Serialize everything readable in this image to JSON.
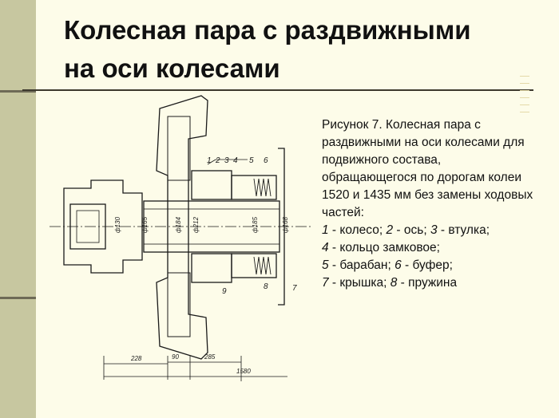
{
  "slide": {
    "title_line1": "Колесная пара с раздвижными",
    "title_line2": "на оси колесами",
    "caption_text": "Рисунок 7. Колесная пара с раздвижными на оси колесами для подвижного состава, обращающегося по дорогам колеи 1520 и 1435 мм без замены ходовых частей:",
    "legend": [
      {
        "num": "1",
        "label": "колесо"
      },
      {
        "num": "2",
        "label": "ось"
      },
      {
        "num": "3",
        "label": "втулка"
      },
      {
        "num": "4",
        "label": "кольцо замковое"
      },
      {
        "num": "5",
        "label": "барабан"
      },
      {
        "num": "6",
        "label": "буфер"
      },
      {
        "num": "7",
        "label": "крышка"
      },
      {
        "num": "8",
        "label": "пружина"
      }
    ]
  },
  "drawing": {
    "part_numbers_top": [
      "1",
      "2",
      "3",
      "4",
      "5",
      "6"
    ],
    "part_numbers_bottom": [
      "9",
      "8",
      "7"
    ],
    "dimensions_vertical": [
      "ф130",
      "ф165",
      "ф184",
      "ф212",
      "ф185",
      "ф168"
    ],
    "dimensions_horizontal": [
      "228",
      "90",
      "285",
      "1580"
    ]
  },
  "colors": {
    "background": "#FDFCE9",
    "side_bar": "#C7C7A0",
    "ink": "#111111"
  }
}
